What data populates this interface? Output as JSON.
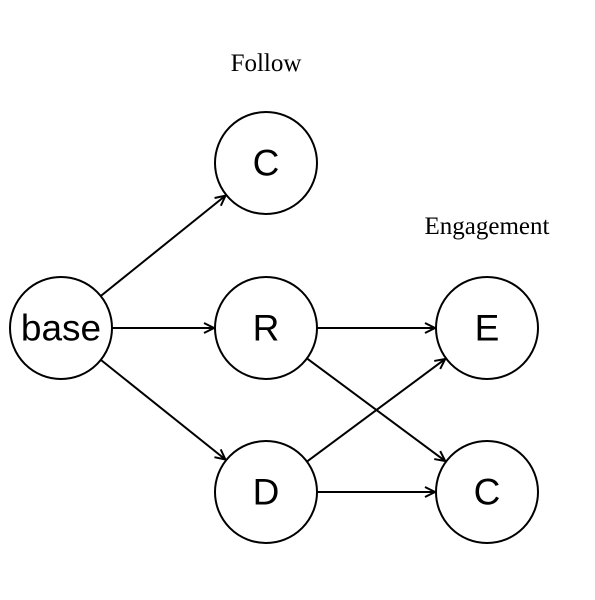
{
  "groups": {
    "follow": "Follow",
    "engagement": "Engagement"
  },
  "nodes": {
    "base": "base",
    "follow_c": "C",
    "follow_r": "R",
    "follow_d": "D",
    "engage_e": "E",
    "engage_c": "C"
  },
  "edges": [
    {
      "from": "base",
      "to": "follow_c"
    },
    {
      "from": "base",
      "to": "follow_r"
    },
    {
      "from": "base",
      "to": "follow_d"
    },
    {
      "from": "follow_r",
      "to": "engage_e"
    },
    {
      "from": "follow_r",
      "to": "engage_c"
    },
    {
      "from": "follow_d",
      "to": "engage_e"
    },
    {
      "from": "follow_d",
      "to": "engage_c"
    }
  ],
  "colors": {
    "stroke": "#000000",
    "fill": "#ffffff"
  }
}
